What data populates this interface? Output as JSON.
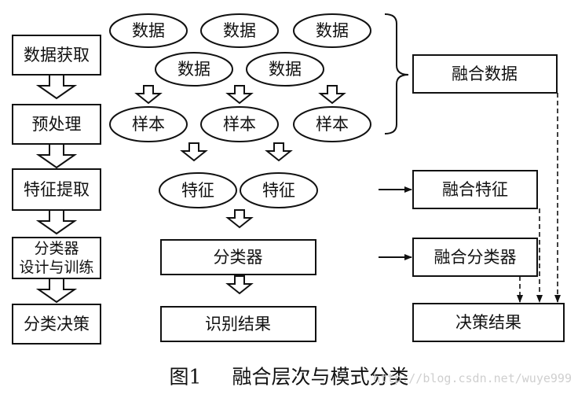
{
  "colors": {
    "ink": "#111111",
    "paper": "#ffffff",
    "watermark": "#cfcfcf"
  },
  "stages": [
    {
      "id": "acquire",
      "lines": [
        "数据获取"
      ]
    },
    {
      "id": "preprocess",
      "lines": [
        "预处理"
      ]
    },
    {
      "id": "feature",
      "lines": [
        "特征提取"
      ]
    },
    {
      "id": "classifier",
      "lines": [
        "分类器",
        "设计与训练"
      ]
    },
    {
      "id": "decision",
      "lines": [
        "分类决策"
      ]
    }
  ],
  "middle": {
    "data_ellipses": [
      "数据",
      "数据",
      "数据",
      "数据",
      "数据"
    ],
    "sample_ellipses": [
      "样本",
      "样本",
      "样本"
    ],
    "feature_ellipses": [
      "特征",
      "特征"
    ],
    "classifier_box": "分类器",
    "result_box": "识别结果"
  },
  "fusion": {
    "data": "融合数据",
    "feature": "融合特征",
    "classifier": "融合分类器",
    "decision": "决策结果"
  },
  "caption": {
    "label": "图1",
    "title": "融合层次与模式分类"
  },
  "watermark": "http://blog.csdn.net/wuye999"
}
